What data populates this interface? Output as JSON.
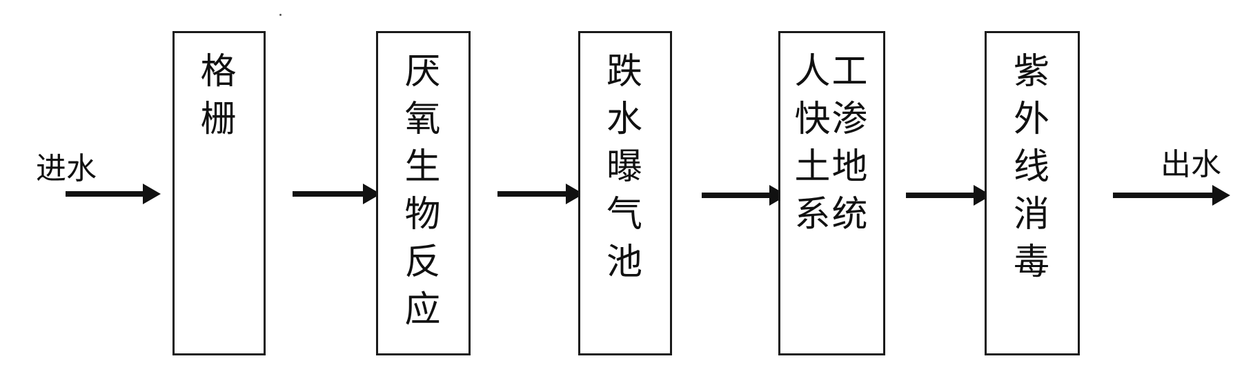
{
  "input_label": "进水",
  "output_label": "出水",
  "steps": [
    {
      "label": "格\n栅"
    },
    {
      "label": "厌\n氧\n生\n物\n反\n应"
    },
    {
      "label": "跌\n水\n曝\n气\n池"
    },
    {
      "label": "人工\n快渗\n土地\n系统"
    },
    {
      "label": "紫\n外\n线\n消\n毒"
    }
  ],
  "colors": {
    "stroke": "#1a1a1a",
    "arrow": "#111111",
    "background": "#ffffff"
  }
}
